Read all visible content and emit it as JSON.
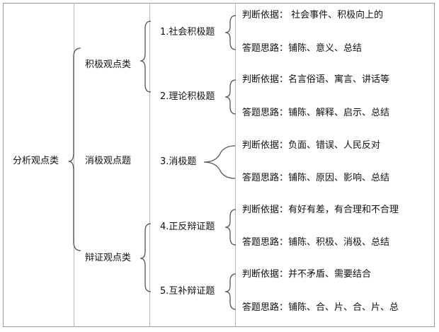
{
  "root": "分析观点类",
  "groups": [
    {
      "label": "积极观点类"
    },
    {
      "label": "消极观点题"
    },
    {
      "label": "辩证观点类"
    }
  ],
  "types": [
    {
      "label": "1.社会积极题",
      "basis": "判断依据：  社会事件、积极向上的",
      "method": "答题思路：铺陈、意义、总结"
    },
    {
      "label": "2.理论积极题",
      "basis": "判断依据：名言俗语、寓言、讲话等",
      "method": "答题思路：铺陈、解释、启示、总结"
    },
    {
      "label": "3.消极题",
      "basis": "判断依据：负面、错误、人民反对",
      "method": "答题思路：铺陈、原因、影响、总结"
    },
    {
      "label": "4.正反辩证题",
      "basis": "判断依据：有好有差，有合理和不合理",
      "method": "答题思路：铺陈、积极、消极、总结"
    },
    {
      "label": "5.互补辩证题",
      "basis": "判断依据：并不矛盾、需要结合",
      "method": "答题思路：铺陈、合、片、合、片、总"
    }
  ]
}
